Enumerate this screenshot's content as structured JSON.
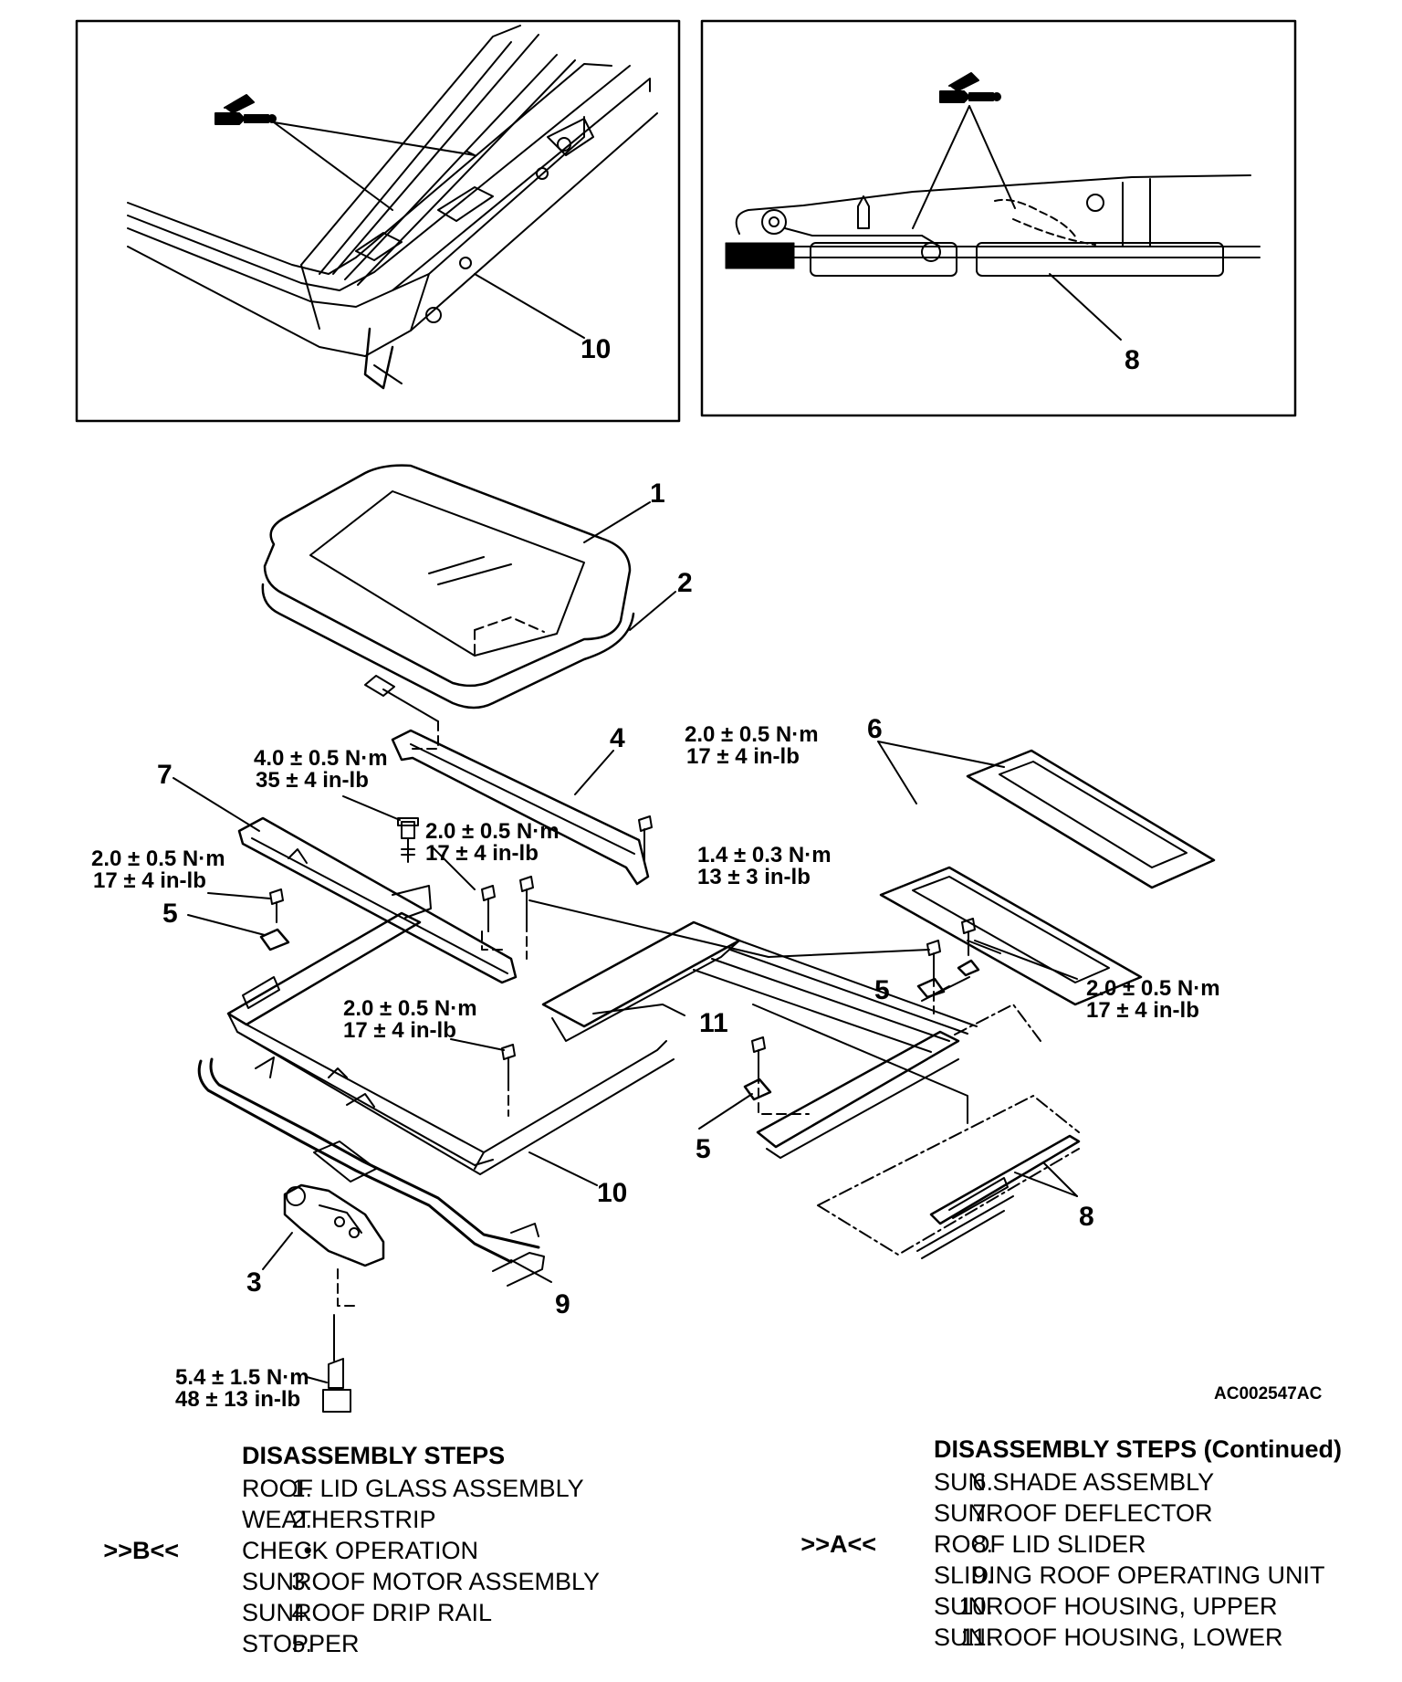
{
  "figure_code": "AC002547AC",
  "callouts": {
    "c1": "1",
    "c2": "2",
    "c3": "3",
    "c4": "4",
    "c5a": "5",
    "c5b": "5",
    "c5c": "5",
    "c6": "6",
    "c7": "7",
    "c8": "8",
    "c8_inset": "8",
    "c9": "9",
    "c10": "10",
    "c10_inset": "10",
    "c11": "11"
  },
  "torques": {
    "t_40": {
      "nm": "4.0 ± 0.5 N·m",
      "inlb": "35 ± 4 in-lb"
    },
    "t_20_drip": {
      "nm": "2.0 ± 0.5 N·m",
      "inlb": "17 ± 4 in-lb"
    },
    "t_20_center": {
      "nm": "2.0 ± 0.5 N·m",
      "inlb": "17 ± 4 in-lb"
    },
    "t_20_left": {
      "nm": "2.0 ± 0.5 N·m",
      "inlb": "17 ± 4 in-lb"
    },
    "t_14": {
      "nm": "1.4 ± 0.3 N·m",
      "inlb": "13 ± 3 in-lb"
    },
    "t_20_right": {
      "nm": "2.0 ± 0.5 N·m",
      "inlb": "17 ± 4 in-lb"
    },
    "t_20_housing": {
      "nm": "2.0 ± 0.5 N·m",
      "inlb": "17 ± 4 in-lb"
    },
    "t_54": {
      "nm": "5.4 ± 1.5 N·m",
      "inlb": "48 ± 13 in-lb"
    }
  },
  "steps_left": {
    "title": "DISASSEMBLY STEPS",
    "items": [
      {
        "mark": "",
        "idx": "1.",
        "text": "ROOF LID GLASS ASSEMBLY"
      },
      {
        "mark": "",
        "idx": "2.",
        "text": "WEATHERSTRIP"
      },
      {
        "mark": ">>B<<",
        "idx": "•",
        "text": "CHECK OPERATION"
      },
      {
        "mark": "",
        "idx": "3.",
        "text": "SUNROOF MOTOR ASSEMBLY"
      },
      {
        "mark": "",
        "idx": "4.",
        "text": "SUNROOF DRIP RAIL"
      },
      {
        "mark": "",
        "idx": "5.",
        "text": "STOPPER"
      }
    ]
  },
  "steps_right": {
    "title": "DISASSEMBLY STEPS (Continued)",
    "items": [
      {
        "mark": "",
        "idx": "6.",
        "text": "SUN SHADE ASSEMBLY"
      },
      {
        "mark": "",
        "idx": "7.",
        "text": "SUNROOF DEFLECTOR"
      },
      {
        "mark": ">>A<<",
        "idx": "8.",
        "text": "ROOF LID SLIDER"
      },
      {
        "mark": "",
        "idx": "9.",
        "text": "SLIDING ROOF OPERATING UNIT"
      },
      {
        "mark": "",
        "idx": "10.",
        "text": "SUNROOF HOUSING, UPPER"
      },
      {
        "mark": "",
        "idx": "11.",
        "text": "SUNROOF HOUSING, LOWER"
      }
    ]
  }
}
